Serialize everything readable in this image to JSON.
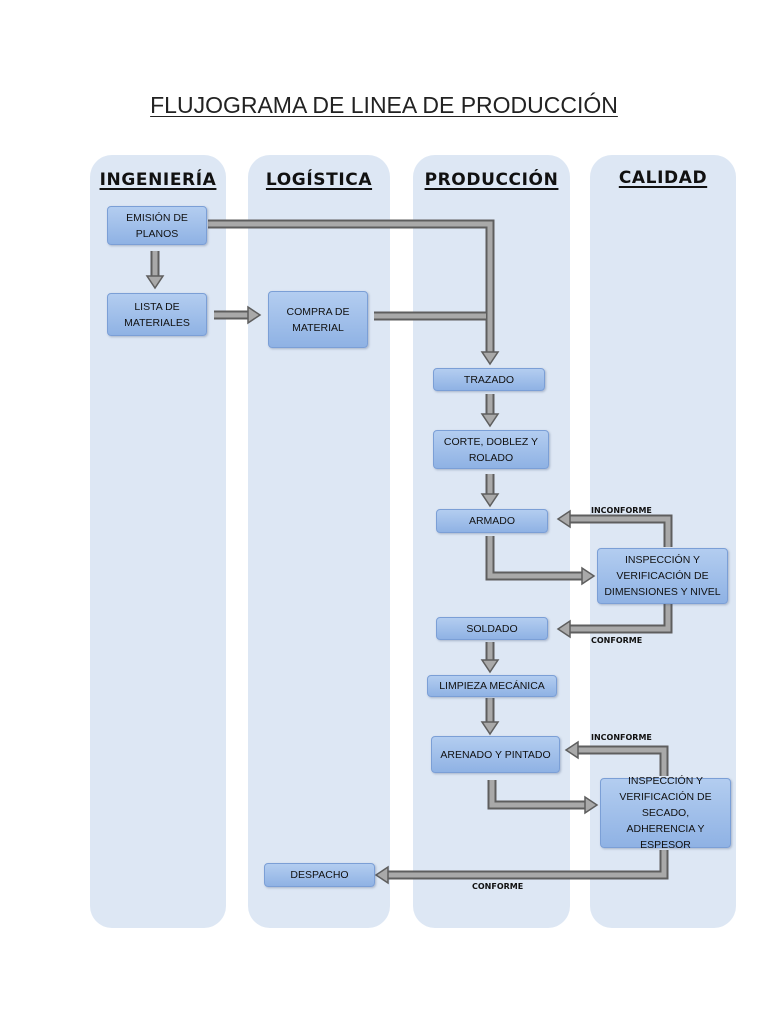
{
  "title": "FLUJOGRAMA DE LINEA DE PRODUCCIÓN",
  "lanes": {
    "ingenieria": "INGENIERÍA",
    "logistica": "LOGÍSTICA",
    "produccion": "PRODUCCIÓN",
    "calidad": "CALIDAD"
  },
  "steps": {
    "emision": "EMISIÓN DE PLANOS",
    "lista": "LISTA DE MATERIALES",
    "compra": "COMPRA DE MATERIAL",
    "trazado": "TRAZADO",
    "corte": "CORTE, DOBLEZ Y ROLADO",
    "armado": "ARMADO",
    "inspeccion1": "INSPECCIÓN Y VERIFICACIÓN DE DIMENSIONES Y NIVEL",
    "soldado": "SOLDADO",
    "limpieza": "LIMPIEZA MECÁNICA",
    "arenado": "ARENADO Y PINTADO",
    "inspeccion2": "INSPECCIÓN Y VERIFICACIÓN DE SECADO, ADHERENCIA Y ESPESOR",
    "despacho": "DESPACHO"
  },
  "labels": {
    "inconforme1": "INCONFORME",
    "conforme1": "CONFORME",
    "inconforme2": "INCONFORME",
    "conforme2": "CONFORME"
  }
}
